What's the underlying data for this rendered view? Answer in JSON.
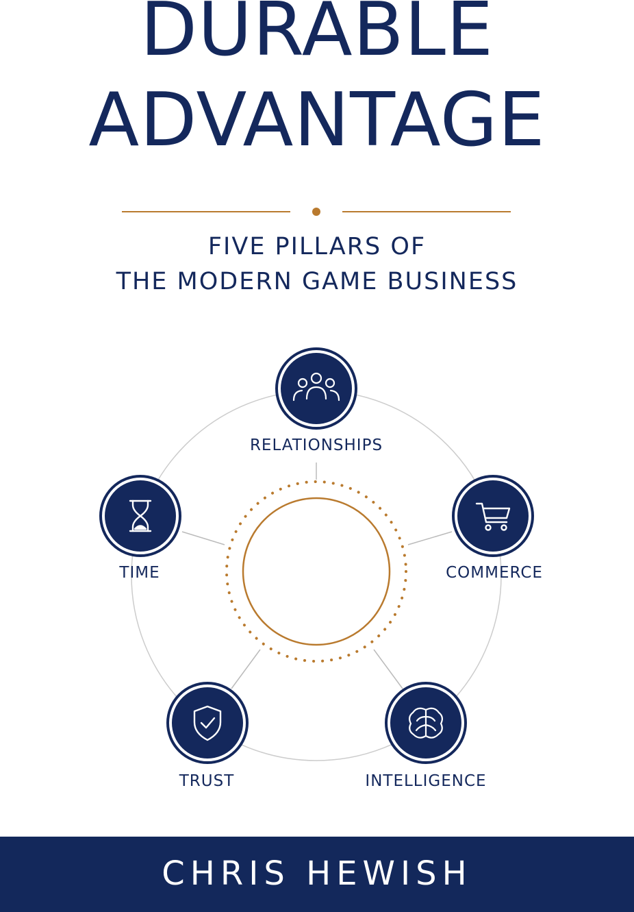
{
  "cover": {
    "title_line_1": "DURABLE",
    "title_line_2": "ADVANTAGE",
    "subtitle_line_1": "FIVE PILLARS OF",
    "subtitle_line_2": "THE MODERN GAME BUSINESS",
    "author": "CHRIS HEWISH"
  },
  "pillars": [
    {
      "label": "RELATIONSHIPS",
      "icon": "people-group-icon"
    },
    {
      "label": "COMMERCE",
      "icon": "shopping-cart-icon"
    },
    {
      "label": "INTELLIGENCE",
      "icon": "brain-icon"
    },
    {
      "label": "TRUST",
      "icon": "shield-check-icon"
    },
    {
      "label": "TIME",
      "icon": "hourglass-icon"
    }
  ],
  "colors": {
    "navy": "#14285c",
    "gold": "#b97a2e",
    "ring_gray": "#c8c8c8",
    "background": "#ffffff"
  }
}
